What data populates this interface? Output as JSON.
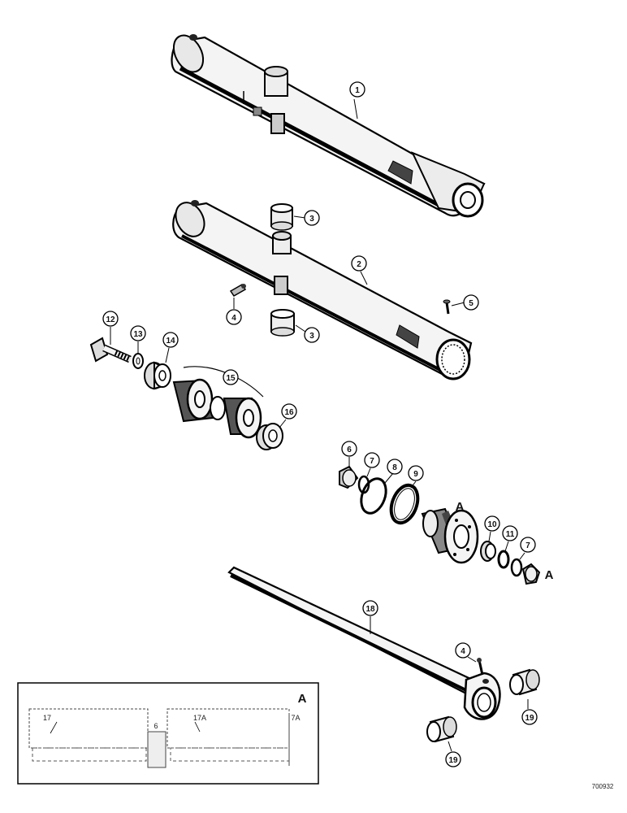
{
  "callouts": {
    "c1": "1",
    "c2": "2",
    "c3a": "3",
    "c3b": "3",
    "c4a": "4",
    "c4b": "4",
    "c5": "5",
    "c6": "6",
    "c7a": "7",
    "c7b": "7",
    "c8": "8",
    "c9": "9",
    "c10": "10",
    "c11": "11",
    "c12": "12",
    "c13": "13",
    "c14": "14",
    "c15": "15",
    "c16": "16",
    "c18": "18",
    "c19a": "19",
    "c19b": "19"
  },
  "view_letters": {
    "gland": "A",
    "nut": "A",
    "inset": "A"
  },
  "inset_labels": {
    "l17": "17",
    "l6": "6",
    "l17a": "17A",
    "l7a": "7A"
  },
  "drawing_code": "700932"
}
